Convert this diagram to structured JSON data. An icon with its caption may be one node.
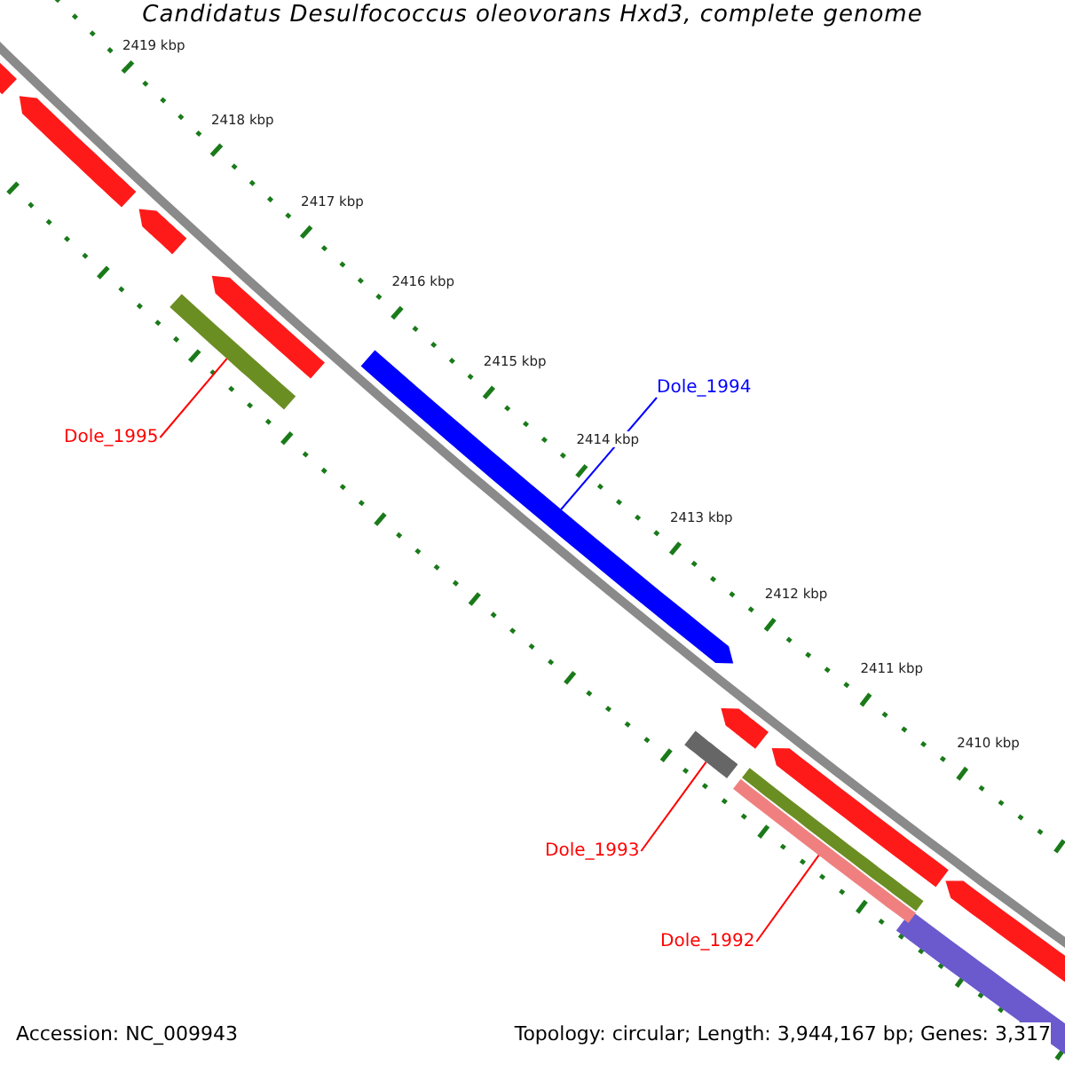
{
  "diagram": {
    "title": "Candidatus Desulfococcus oleovorans Hxd3, complete genome",
    "nodes": [
      {
        "text": [
          "Dole_1994"
        ]
      },
      {
        "text": [],
        "shape": "arrow"
      },
      {
        "text": [
          "Dole_1995"
        ]
      },
      {
        "text": [],
        "shape": "bar"
      },
      {
        "text": [
          "Dole_1993"
        ]
      },
      {
        "text": [],
        "shape": "bar"
      },
      {
        "text": [
          "Dole_1992"
        ]
      },
      {
        "text": [],
        "shape": "bar"
      }
    ],
    "edges": [
      {
        "from": 0,
        "to": 1,
        "arrow": "none",
        "color": "#0000ff"
      },
      {
        "from": 2,
        "to": 3,
        "arrow": "none"
      },
      {
        "from": 4,
        "to": 5,
        "arrow": "none"
      },
      {
        "from": 6,
        "to": 7,
        "arrow": "none"
      }
    ],
    "labels": [
      "2419 kbp",
      "2418 kbp",
      "2417 kbp",
      "2416 kbp",
      "2415 kbp",
      "2414 kbp",
      "2413 kbp",
      "2412 kbp",
      "2411 kbp",
      "2410 kbp",
      "Accession: NC_009943",
      "Topology: circular; Length: 3,944,167 bp; Genes: 3,317"
    ]
  }
}
